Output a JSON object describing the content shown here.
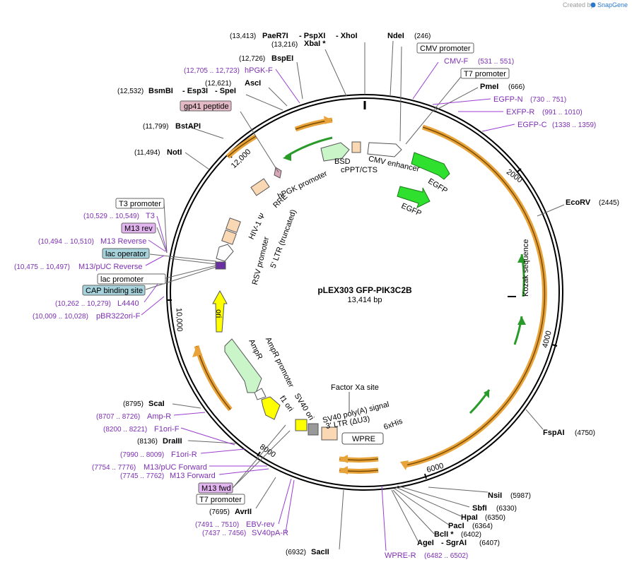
{
  "brand": {
    "created_by": "Created by",
    "app": "SnapGene"
  },
  "plasmid": {
    "name": "pLEX303 GFP-PIK3C2B",
    "size": "13,414 bp"
  },
  "ticks": [
    "2000",
    "4000",
    "6000",
    "8000",
    "10,000",
    "12,000"
  ],
  "enzymes": [
    {
      "name": "NdeI",
      "pos": "(246)"
    },
    {
      "name": "PmeI",
      "pos": "(666)"
    },
    {
      "name": "EcoRV",
      "pos": "(2445)"
    },
    {
      "name": "FspAI",
      "pos": "(4750)"
    },
    {
      "name": "NsiI",
      "pos": "(5987)"
    },
    {
      "name": "SbfI",
      "pos": "(6330)"
    },
    {
      "name": "HpaI",
      "pos": "(6350)"
    },
    {
      "name": "PacI",
      "pos": "(6364)"
    },
    {
      "name": "BclI *",
      "pos": "(6402)"
    },
    {
      "name": "AgeI",
      "name2": "- SgrAI",
      "pos": "(6407)"
    },
    {
      "name": "SacII",
      "pos": "(6932)"
    },
    {
      "name": "AvrII",
      "pos": "(7695)"
    },
    {
      "name": "DraIII",
      "pos": "(8136)"
    },
    {
      "name": "ScaI",
      "pos": "(8795)"
    },
    {
      "name": "NotI",
      "pos": "(11,494)"
    },
    {
      "name": "BstAPI",
      "pos": "(11,799)"
    },
    {
      "name": "BsmBI",
      "name2": "- Esp3I",
      "name3": "- SpeI",
      "pos": "(12,532)"
    },
    {
      "name": "AscI",
      "pos": "(12,621)"
    },
    {
      "name": "BspEI",
      "pos": "(12,726)"
    },
    {
      "name": "XbaI *",
      "pos": "(13,216)"
    },
    {
      "name": "PaeR7I",
      "name2": "- PspXI",
      "name3": "- XhoI",
      "pos": "(13,413)"
    }
  ],
  "primers": [
    {
      "name": "CMV-F",
      "pos": "(531 .. 551)"
    },
    {
      "name": "EGFP-N",
      "pos": "(730 .. 751)"
    },
    {
      "name": "EXFP-R",
      "pos": "(991 .. 1010)"
    },
    {
      "name": "EGFP-C",
      "pos": "(1338 .. 1359)"
    },
    {
      "name": "WPRE-R",
      "pos": "(6482 .. 6502)"
    },
    {
      "name": "SV40pA-R",
      "pos": "(7437 .. 7456)"
    },
    {
      "name": "EBV-rev",
      "pos": "(7491 .. 7510)"
    },
    {
      "name": "M13 Forward",
      "pos": "(7745 .. 7762)"
    },
    {
      "name": "M13/pUC Forward",
      "pos": "(7754 .. 7776)"
    },
    {
      "name": "F1ori-R",
      "pos": "(7990 .. 8009)"
    },
    {
      "name": "F1ori-F",
      "pos": "(8200 .. 8221)"
    },
    {
      "name": "Amp-R",
      "pos": "(8707 .. 8726)"
    },
    {
      "name": "pBR322ori-F",
      "pos": "(10,009 .. 10,028)"
    },
    {
      "name": "L4440",
      "pos": "(10,262 .. 10,279)"
    },
    {
      "name": "M13/pUC Reverse",
      "pos": "(10,475 .. 10,497)"
    },
    {
      "name": "M13 Reverse",
      "pos": "(10,494 .. 10,510)"
    },
    {
      "name": "T3",
      "pos": "(10,529 .. 10,549)"
    },
    {
      "name": "hPGK-F",
      "pos": "(12,705 .. 12,723)"
    }
  ],
  "boxes": {
    "cmv_promoter": "CMV promoter",
    "t7_promoter_top": "T7 promoter",
    "gp41": "gp41 peptide",
    "t3_promoter": "T3 promoter",
    "m13_rev": "M13 rev",
    "lac_operator": "lac operator",
    "lac_promoter": "lac promoter",
    "cap_site": "CAP binding site",
    "m13_fwd": "M13 fwd",
    "t7_promoter_bottom": "T7 promoter"
  },
  "features": {
    "egfp_outer": "EGFP",
    "egfp_inner": "EGFP",
    "cmv_enhancer": "CMV enhancer",
    "bsd": "BSD",
    "cppt": "cPPT/CTS",
    "hpgk": "hPGK promoter",
    "rre": "RRE",
    "hiv": "HIV-1 Ψ",
    "ltr5": "5' LTR (truncated)",
    "rsv": "RSV promoter",
    "ori": "ori",
    "ampr_promoter": "AmpR promoter",
    "ampr": "AmpR",
    "f1ori": "f1 ori",
    "sv40ori": "SV40 ori",
    "factor_xa": "Factor Xa site",
    "sv40polya": "SV40 poly(A) signal",
    "ltr3": "3' LTR (ΔU3)",
    "his": "6xHis",
    "wpre": "WPRE",
    "kozak": "Kozak sequence"
  },
  "colors": {
    "orange_arc": "#e8a33a",
    "green_feature": "#2fe02f",
    "primer_purple": "#9b3fd1",
    "wpre_box": "#ffffff"
  }
}
